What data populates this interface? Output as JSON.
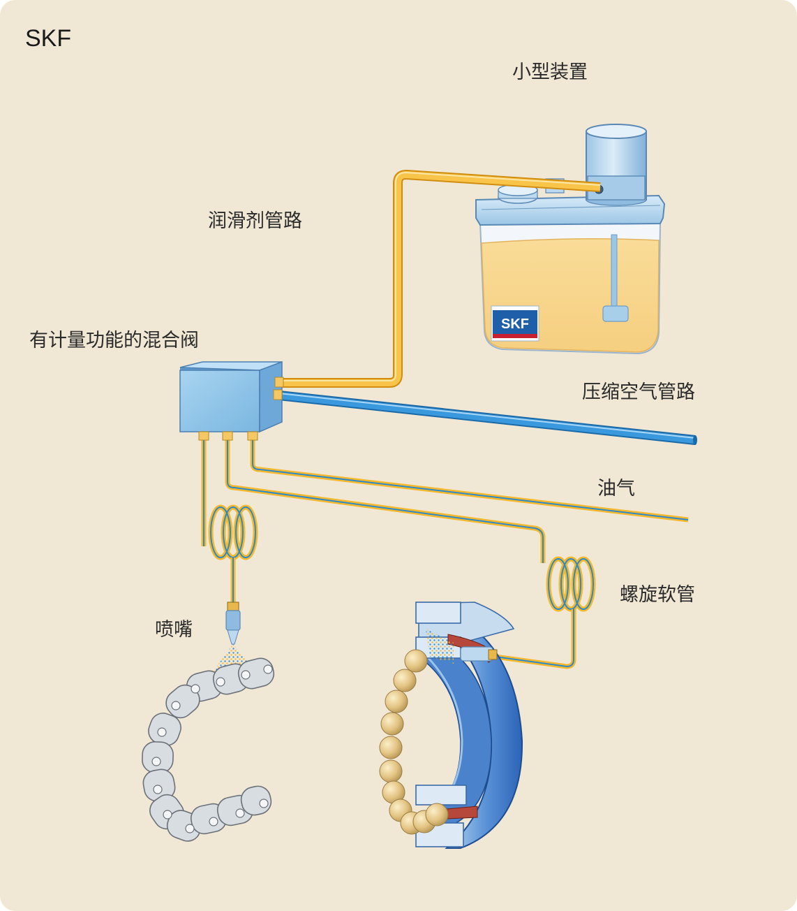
{
  "brand": "SKF",
  "unit_logo": "SKF",
  "labels": {
    "small_unit": "小型装置",
    "lube_line": "润滑剂管路",
    "mixing_valve": "有计量功能的混合阀",
    "air_line": "压缩空气管路",
    "oil_air": "油气",
    "spiral_hose": "螺旋软管",
    "nozzle": "喷嘴"
  },
  "colors": {
    "background": "#f0e7d4",
    "lubricant_line": "#f5b82a",
    "air_line": "#2a8ad0",
    "oil_level": "#f7d488",
    "valve_block": "#8fc5e8",
    "bearing": "#3e78c8",
    "balls": "#e0c380",
    "skf_blue": "#1f5ea8",
    "skf_red": "#c8202e"
  }
}
